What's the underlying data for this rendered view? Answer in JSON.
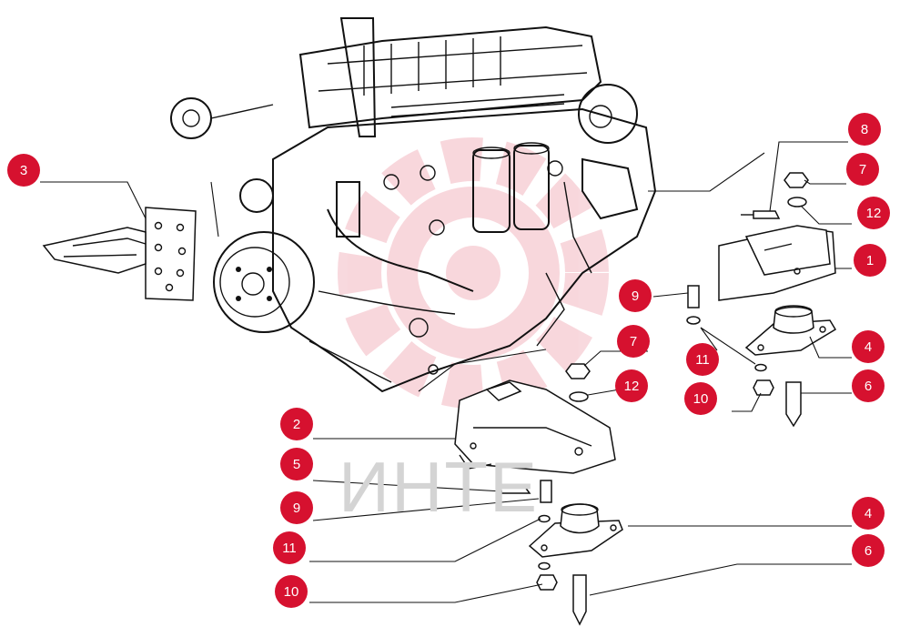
{
  "diagram": {
    "accent_color": "#d6112f",
    "watermark_text": "ИНТЕ",
    "icons": [
      "gear-watermark-icon"
    ],
    "callouts": [
      {
        "id": "c3a",
        "label": "3"
      },
      {
        "id": "c8",
        "label": "8"
      },
      {
        "id": "c7a",
        "label": "7"
      },
      {
        "id": "c12a",
        "label": "12"
      },
      {
        "id": "c1",
        "label": "1"
      },
      {
        "id": "c9a",
        "label": "9"
      },
      {
        "id": "c4a",
        "label": "4"
      },
      {
        "id": "c11a",
        "label": "11"
      },
      {
        "id": "c6a",
        "label": "6"
      },
      {
        "id": "c10a",
        "label": "10"
      },
      {
        "id": "c7b",
        "label": "7"
      },
      {
        "id": "c12b",
        "label": "12"
      },
      {
        "id": "c2",
        "label": "2"
      },
      {
        "id": "c5",
        "label": "5"
      },
      {
        "id": "c9b",
        "label": "9"
      },
      {
        "id": "c11b",
        "label": "11"
      },
      {
        "id": "c10b",
        "label": "10"
      },
      {
        "id": "c4b",
        "label": "4"
      },
      {
        "id": "c6b",
        "label": "6"
      }
    ]
  }
}
